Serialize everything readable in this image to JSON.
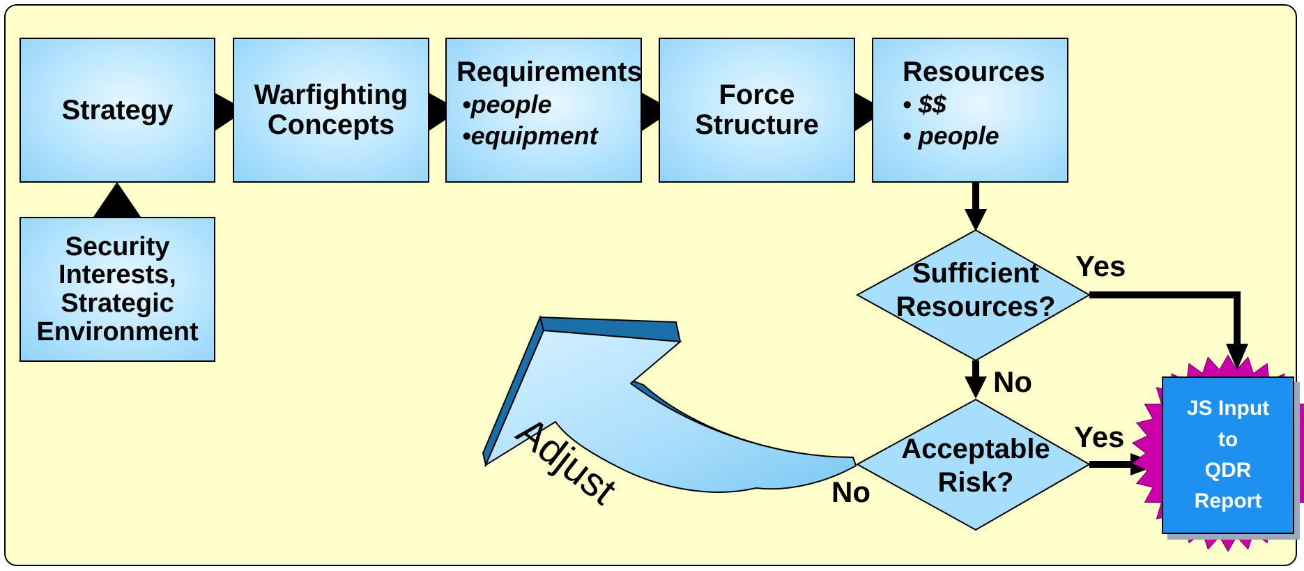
{
  "boxes": {
    "strategy": "Strategy",
    "warfighting": [
      "Warfighting",
      "Concepts"
    ],
    "requirements": {
      "title": "Requirements",
      "items": [
        "•people",
        "•equipment"
      ]
    },
    "force_structure": [
      "Force",
      "Structure"
    ],
    "resources": {
      "title": "Resources",
      "items": [
        "• $$",
        "• people"
      ]
    },
    "security": [
      "Security",
      "Interests,",
      "Strategic",
      "Environment"
    ]
  },
  "decisions": {
    "sufficient": [
      "Sufficient",
      "Resources?"
    ],
    "acceptable": [
      "Acceptable",
      "Risk?"
    ]
  },
  "labels": {
    "yes_top": "Yes",
    "no_middle": "No",
    "yes_bottom": "Yes",
    "no_left": "No"
  },
  "adjust_label": "Adjust",
  "report": [
    "JS Input",
    "to",
    "QDR",
    "Report"
  ],
  "colors": {
    "background": "#ffffcc",
    "box_fill": "#bfe8ff",
    "report_fill": "#1e90ef",
    "starburst": "#cc00aa",
    "adjust_arrow": "#1a6fa8",
    "connector": "#000000"
  }
}
